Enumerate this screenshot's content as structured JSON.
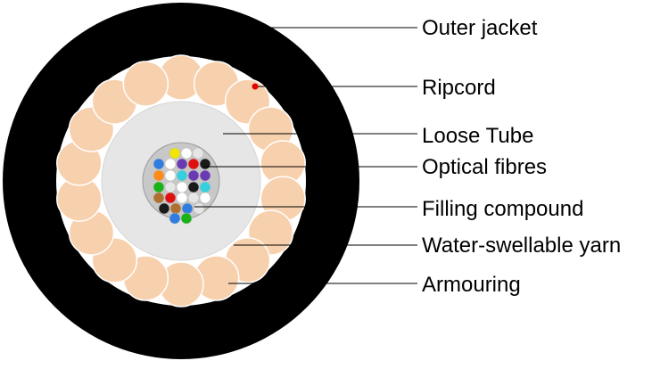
{
  "labels": {
    "outer_jacket": "Outer jacket",
    "ripcord": "Ripcord",
    "loose_tube": "Loose Tube",
    "optical_fibres": "Optical fibres",
    "filling_compound": "Filling compound",
    "water_swellable_yarn": "Water-swellable yarn",
    "armouring": "Armouring"
  },
  "colors": {
    "jacket": "#000000",
    "armour_wire": "#f7d0ad",
    "yarn_layer": "#ffffff",
    "loose_tube": "#e6e6e6",
    "filling_compound": "#c8c8c8",
    "ripcord": "#e00000",
    "leader_line": "#000000",
    "text": "#000000"
  },
  "fibre_colors": [
    "#f2e600",
    "#ffffff",
    "#e6e6e6",
    "#2f7de1",
    "#ffffff",
    "#6a3ab3",
    "#e01010",
    "#1a1a1a",
    "#ff8c1a",
    "#ffffff",
    "#35d0e0",
    "#6a3ab3",
    "#6a3ab3",
    "#19b319",
    "#e6e6e6",
    "#ffffff",
    "#1a1a1a",
    "#35d0e0",
    "#b07030",
    "#e01010",
    "#ffffff",
    "#e6e6e6",
    "#ffffff",
    "#1a1a1a",
    "#b07030",
    "#2f7de1",
    "#e6e6e6",
    "#2f7de1",
    "#19b319"
  ]
}
